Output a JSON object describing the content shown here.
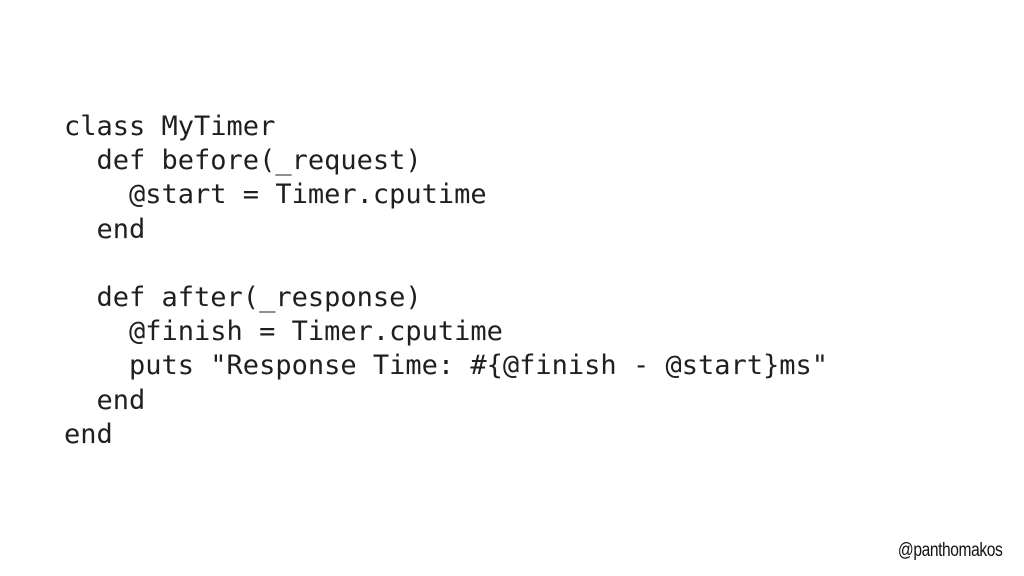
{
  "code": {
    "lines": [
      "class MyTimer",
      "  def before(_request)",
      "    @start = Timer.cputime",
      "  end",
      "",
      "  def after(_response)",
      "    @finish = Timer.cputime",
      "    puts \"Response Time: #{@finish - @start}ms\"",
      "  end",
      "end"
    ]
  },
  "footer": {
    "handle": "@panthomakos"
  }
}
